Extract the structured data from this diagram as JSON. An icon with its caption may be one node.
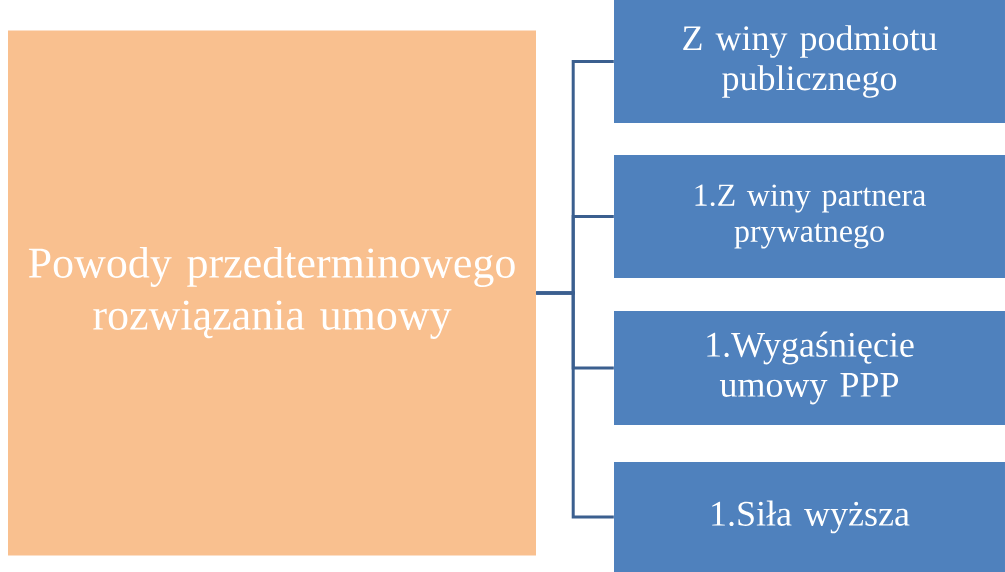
{
  "diagram": {
    "nodes": [
      {
        "text": [
          "Powody przedterminowego rozwiązania umowy"
        ]
      },
      {
        "text": [
          "Z winy podmiotu publicznego"
        ]
      },
      {
        "text": [
          "1.Z winy partnera prywatnego"
        ]
      },
      {
        "text": [
          "1.Wygaśnięcie umowy PPP"
        ]
      },
      {
        "text": [
          "1.Siła wyższa"
        ]
      }
    ],
    "edges": [
      {
        "from": 0,
        "to": 1,
        "arrow": "none"
      },
      {
        "from": 0,
        "to": 2,
        "arrow": "none"
      },
      {
        "from": 0,
        "to": 3,
        "arrow": "none"
      },
      {
        "from": 0,
        "to": 4,
        "arrow": "none"
      }
    ]
  }
}
